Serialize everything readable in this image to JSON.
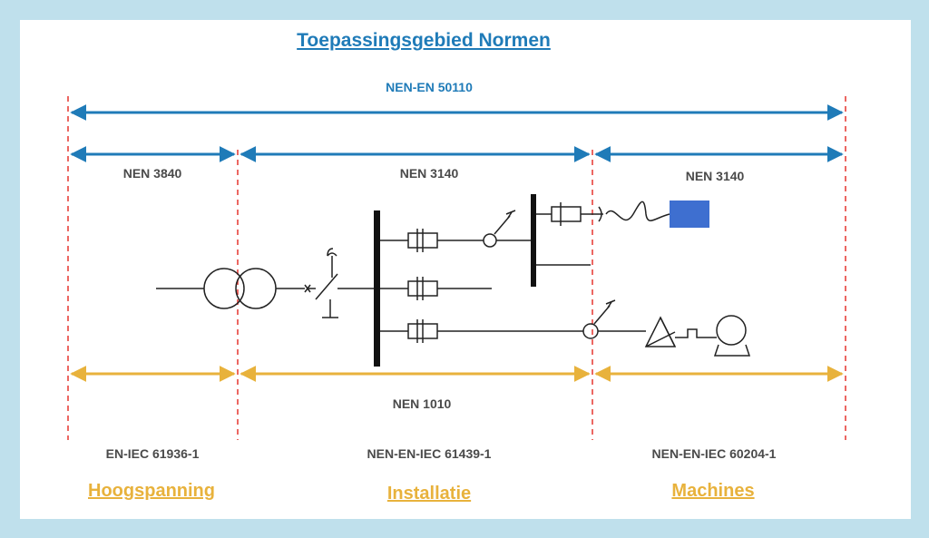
{
  "title": "Toepassingsgebied Normen",
  "standards": {
    "overall": "NEN-EN 50110",
    "zone1_top": "NEN 3840",
    "zone2_top": "NEN 3140",
    "zone3_top": "NEN 3140",
    "bottom_span": "NEN 1010",
    "zone1_iec": "EN-IEC 61936-1",
    "zone2_iec": "NEN-EN-IEC 61439-1",
    "zone3_iec": "NEN-EN-IEC 60204-1"
  },
  "sections": {
    "zone1": "Hoogspanning",
    "zone2": "Installatie",
    "zone3": "Machines"
  },
  "colors": {
    "blue_arrow": "#1f7bb8",
    "yellow_arrow": "#e8b23c",
    "red_divider": "#e8423c",
    "motor_block": "#3e6fd0",
    "background": "#bfe0ec"
  }
}
